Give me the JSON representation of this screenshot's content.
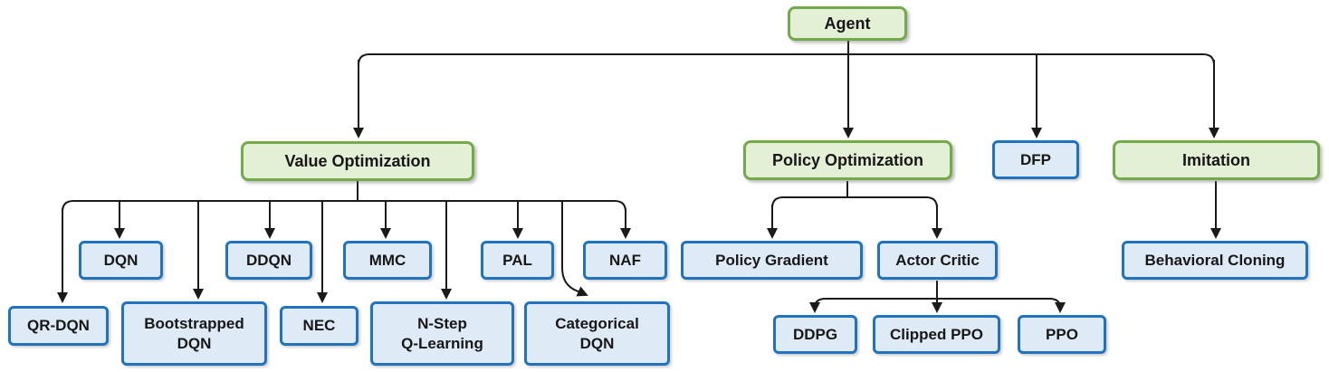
{
  "diagram": {
    "type": "tree",
    "colors": {
      "category_fill": "#E3F0D6",
      "category_border": "#74A94C",
      "algorithm_fill": "#DEEBF7",
      "algorithm_border": "#2173BE",
      "connector": "#1A1A1A"
    },
    "nodes": {
      "agent": {
        "label": "Agent",
        "type": "category"
      },
      "value_optimization": {
        "label": "Value Optimization",
        "type": "category"
      },
      "policy_optimization": {
        "label": "Policy Optimization",
        "type": "category"
      },
      "dfp": {
        "label": "DFP",
        "type": "algorithm"
      },
      "imitation": {
        "label": "Imitation",
        "type": "category"
      },
      "dqn": {
        "label": "DQN",
        "type": "algorithm"
      },
      "ddqn": {
        "label": "DDQN",
        "type": "algorithm"
      },
      "mmc": {
        "label": "MMC",
        "type": "algorithm"
      },
      "pal": {
        "label": "PAL",
        "type": "algorithm"
      },
      "naf": {
        "label": "NAF",
        "type": "algorithm"
      },
      "qr_dqn": {
        "label": "QR-DQN",
        "type": "algorithm"
      },
      "bootstrapped_dqn": {
        "label": "Bootstrapped\nDQN",
        "type": "algorithm"
      },
      "nec": {
        "label": "NEC",
        "type": "algorithm"
      },
      "n_step_q_learning": {
        "label": "N-Step\nQ-Learning",
        "type": "algorithm"
      },
      "categorical_dqn": {
        "label": "Categorical\nDQN",
        "type": "algorithm"
      },
      "policy_gradient": {
        "label": "Policy Gradient",
        "type": "algorithm"
      },
      "actor_critic": {
        "label": "Actor Critic",
        "type": "algorithm"
      },
      "ddpg": {
        "label": "DDPG",
        "type": "algorithm"
      },
      "clipped_ppo": {
        "label": "Clipped PPO",
        "type": "algorithm"
      },
      "ppo": {
        "label": "PPO",
        "type": "algorithm"
      },
      "behavioral_cloning": {
        "label": "Behavioral Cloning",
        "type": "algorithm"
      }
    },
    "edges": [
      {
        "from": "agent",
        "to": "value_optimization"
      },
      {
        "from": "agent",
        "to": "policy_optimization"
      },
      {
        "from": "agent",
        "to": "dfp"
      },
      {
        "from": "agent",
        "to": "imitation"
      },
      {
        "from": "value_optimization",
        "to": "dqn"
      },
      {
        "from": "value_optimization",
        "to": "ddqn"
      },
      {
        "from": "value_optimization",
        "to": "mmc"
      },
      {
        "from": "value_optimization",
        "to": "pal"
      },
      {
        "from": "value_optimization",
        "to": "naf"
      },
      {
        "from": "value_optimization",
        "to": "qr_dqn"
      },
      {
        "from": "value_optimization",
        "to": "bootstrapped_dqn"
      },
      {
        "from": "value_optimization",
        "to": "nec"
      },
      {
        "from": "value_optimization",
        "to": "n_step_q_learning"
      },
      {
        "from": "value_optimization",
        "to": "categorical_dqn"
      },
      {
        "from": "policy_optimization",
        "to": "policy_gradient"
      },
      {
        "from": "policy_optimization",
        "to": "actor_critic"
      },
      {
        "from": "actor_critic",
        "to": "ddpg"
      },
      {
        "from": "actor_critic",
        "to": "clipped_ppo"
      },
      {
        "from": "actor_critic",
        "to": "ppo"
      },
      {
        "from": "imitation",
        "to": "behavioral_cloning"
      }
    ]
  }
}
